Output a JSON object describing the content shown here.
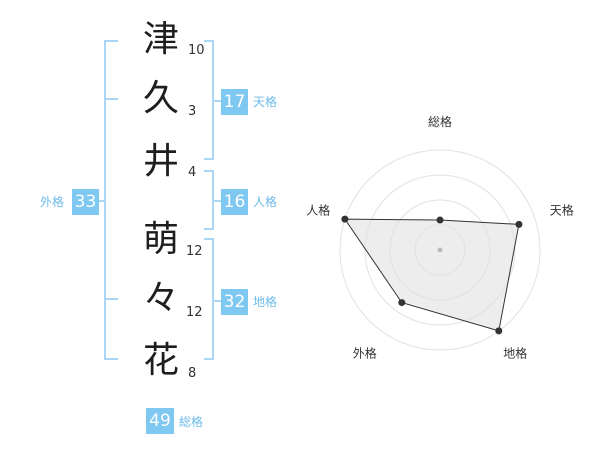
{
  "name_chars": [
    {
      "char": "津",
      "strokes": "10"
    },
    {
      "char": "久",
      "strokes": "3"
    },
    {
      "char": "井",
      "strokes": "4"
    },
    {
      "char": "萌",
      "strokes": "12"
    },
    {
      "char": "々",
      "strokes": "12"
    },
    {
      "char": "花",
      "strokes": "8"
    }
  ],
  "fortunes": {
    "tenkaku": {
      "value": "17",
      "label": "天格"
    },
    "jinkaku": {
      "value": "16",
      "label": "人格"
    },
    "chikaku": {
      "value": "32",
      "label": "地格"
    },
    "gaikaku": {
      "value": "33",
      "label": "外格"
    },
    "soukaku": {
      "value": "49",
      "label": "総格"
    }
  },
  "colors": {
    "accent": "#7ec8f2",
    "bracket": "#a9d7f4"
  },
  "chart_data": {
    "type": "radar",
    "axes": [
      "総格",
      "天格",
      "地格",
      "外格",
      "人格"
    ],
    "values": [
      0.3,
      0.83,
      1.0,
      0.65,
      1.0
    ],
    "max": 1,
    "rings": 4,
    "grid": true
  }
}
